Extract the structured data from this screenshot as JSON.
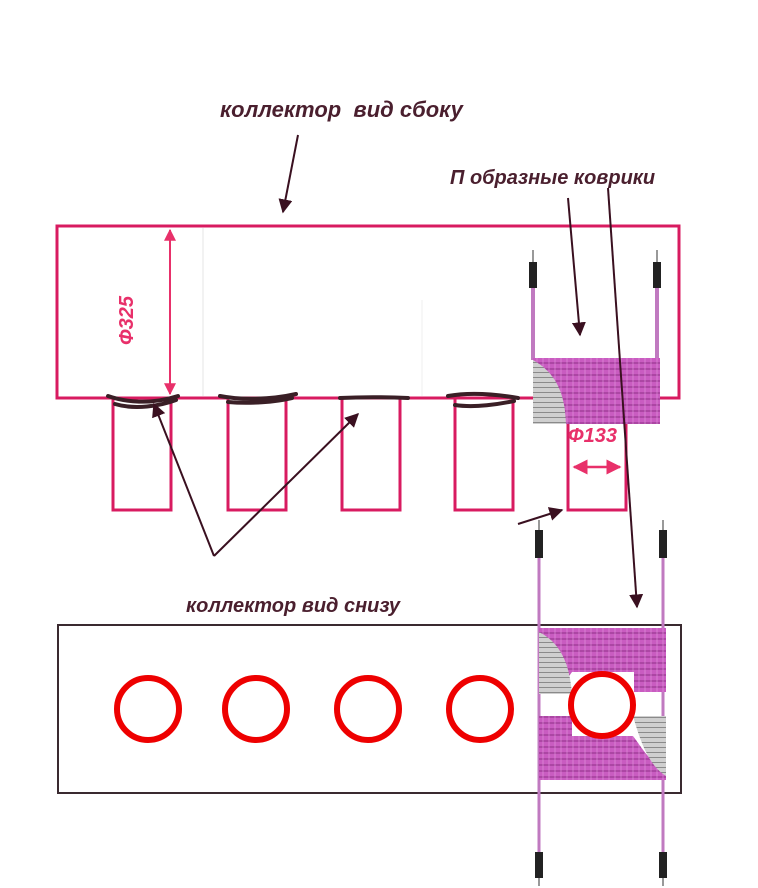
{
  "labels": {
    "side_view": "коллектор  вид сбоку",
    "u_mats": "П образные коврики",
    "bottom_view": "коллектор вид снизу",
    "dia_main": "Ф325",
    "dia_pipe": "Ф133"
  },
  "colors": {
    "frame": "#d81b60",
    "label_text": "#4a1f2e",
    "dimension": "#e8306a",
    "ring": "#ee0000",
    "mat_fill": "#c95cc1",
    "mat_hatch": "#8e2f86",
    "cable": "#c07ac0",
    "connector": "#222222",
    "arrow": "#3a1020"
  },
  "icons": {
    "pipe_weld": "weld-scribble-icon",
    "connector": "cable-connector-icon",
    "leader": "leader-arrow-icon"
  }
}
